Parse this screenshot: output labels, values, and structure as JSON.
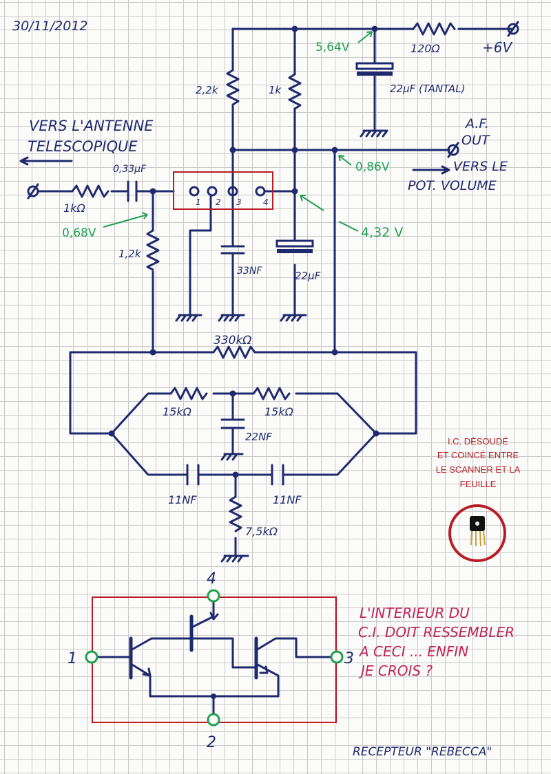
{
  "date": "30/11/2012",
  "labels": {
    "antenna_line1": "VERS L'ANTENNE",
    "antenna_line2": "TELESCOPIQUE",
    "af_line1": "A.F.",
    "af_line2": "OUT",
    "vers_le": "VERS LE",
    "pot_volume": "POT. VOLUME",
    "supply": "+6V",
    "title": "RECEPTEUR \"REBECCA\""
  },
  "components": {
    "r_120": "120Ω",
    "c_22u_tantal": "22μF (TANTAL)",
    "r_2k2": "2,2k",
    "r_1k_top": "1k",
    "c_033": "0,33μF",
    "r_1k_in": "1kΩ",
    "r_1k2": "1,2k",
    "c_33n": "33NF",
    "c_22u": "22μF",
    "r_330k": "330kΩ",
    "r_15k_left": "15kΩ",
    "r_15k_right": "15kΩ",
    "c_22n": "22NF",
    "c_11n_left": "11NF",
    "c_11n_right": "11NF",
    "r_7k5": "7,5kΩ"
  },
  "voltages": {
    "v_supply": "5,64V",
    "v_out": "0,86V",
    "v_in": "0,68V",
    "v_pin4": "4,32 V"
  },
  "ic_pins": [
    "1",
    "2",
    "3",
    "4"
  ],
  "transistor_pins": {
    "p1": "1",
    "p2": "2",
    "p3": "3",
    "p4": "4"
  },
  "note": {
    "line1": "I.C. DÉSOUDÉ",
    "line2": "ET COINCÉ ENTRE",
    "line3": "LE SCANNER ET LA",
    "line4": "FEUILLE"
  },
  "interior_note": {
    "line1": "L'INTERIEUR DU",
    "line2": "C.I. DOIT RESSEMBLER",
    "line3": "A CECI ... ENFIN",
    "line4": "JE CROIS ?"
  },
  "colors": {
    "ink": "#1f2a6e",
    "voltage": "#1fa052",
    "ic_box": "#b81c24",
    "note": "#c0245a"
  }
}
